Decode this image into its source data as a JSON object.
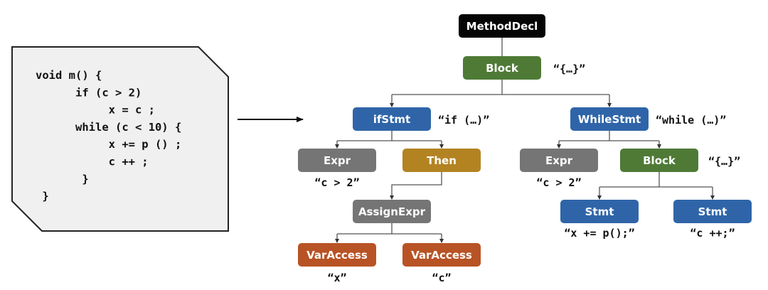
{
  "code_panel": {
    "lines": [
      "void m() {",
      "      if (c > 2)",
      "           x = c ;",
      "      while (c < 10) {",
      "           x += p () ;",
      "           c ++ ;",
      "       }",
      " }"
    ]
  },
  "colors": {
    "root": "#050505",
    "block": "#4e7a36",
    "stmt": "#2f65a8",
    "expr": "#757575",
    "then": "#b38322",
    "var": "#b85325",
    "edge": "#555555",
    "code_bg": "#f0f0f0"
  },
  "tree": {
    "nodes": [
      {
        "id": "method",
        "label": "MethodDecl",
        "kind": "root",
        "annotation": ""
      },
      {
        "id": "block1",
        "label": "Block",
        "kind": "block",
        "annotation": "“{…}”"
      },
      {
        "id": "if",
        "label": "ifStmt",
        "kind": "stmt",
        "annotation": "“if (…)”"
      },
      {
        "id": "while",
        "label": "WhileStmt",
        "kind": "stmt",
        "annotation": "“while (…)”"
      },
      {
        "id": "expr1",
        "label": "Expr",
        "kind": "expr",
        "annotation": "“c > 2”"
      },
      {
        "id": "then",
        "label": "Then",
        "kind": "then",
        "annotation": ""
      },
      {
        "id": "expr2",
        "label": "Expr",
        "kind": "expr",
        "annotation": "“c > 2”"
      },
      {
        "id": "block2",
        "label": "Block",
        "kind": "block",
        "annotation": "“{…}”"
      },
      {
        "id": "assign",
        "label": "AssignExpr",
        "kind": "expr",
        "annotation": ""
      },
      {
        "id": "varx",
        "label": "VarAccess",
        "kind": "var",
        "annotation": "“x”"
      },
      {
        "id": "varc",
        "label": "VarAccess",
        "kind": "var",
        "annotation": "“c”"
      },
      {
        "id": "stmt1",
        "label": "Stmt",
        "kind": "stmt",
        "annotation": "“x += p();”"
      },
      {
        "id": "stmt2",
        "label": "Stmt",
        "kind": "stmt",
        "annotation": "“c ++;”"
      }
    ],
    "edges": [
      {
        "from": "method",
        "to": "block1"
      },
      {
        "from": "block1",
        "to": "if"
      },
      {
        "from": "block1",
        "to": "while"
      },
      {
        "from": "if",
        "to": "expr1"
      },
      {
        "from": "if",
        "to": "then"
      },
      {
        "from": "while",
        "to": "expr2"
      },
      {
        "from": "while",
        "to": "block2"
      },
      {
        "from": "then",
        "to": "assign"
      },
      {
        "from": "assign",
        "to": "varx"
      },
      {
        "from": "assign",
        "to": "varc"
      },
      {
        "from": "block2",
        "to": "stmt1"
      },
      {
        "from": "block2",
        "to": "stmt2"
      }
    ]
  }
}
